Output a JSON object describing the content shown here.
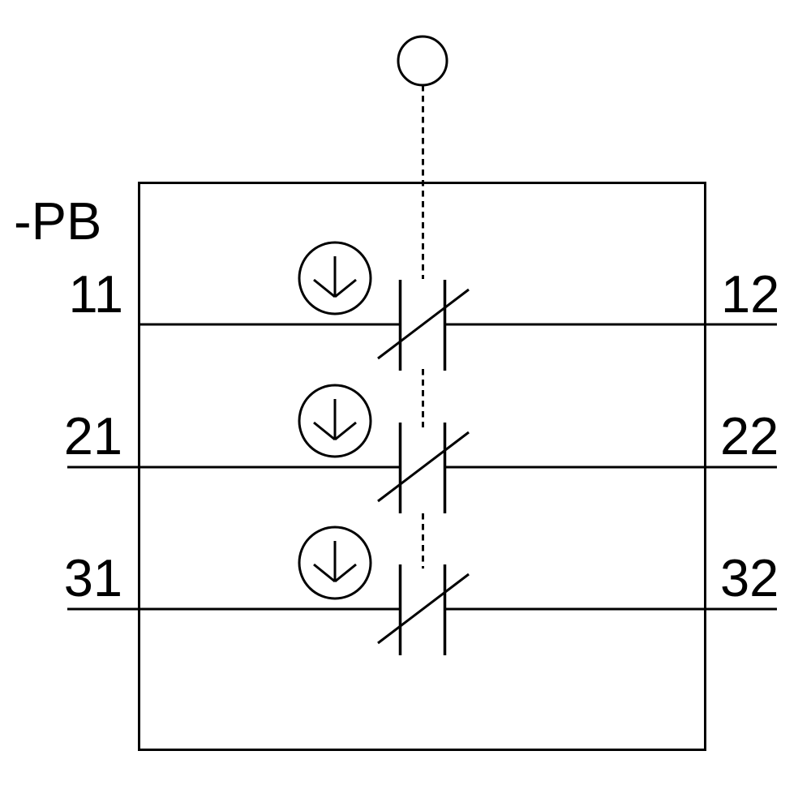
{
  "diagram": {
    "type": "electrical-schematic-pushbutton",
    "device_label": "-PB",
    "line_color": "#000000",
    "background_color": "#ffffff",
    "actuator": {
      "head_symbol": "pushbutton-head-circle",
      "linkage_symbol": "dashed-mechanical-link",
      "per_contact_symbol": "circled-down-arrow"
    },
    "contacts": [
      {
        "kind": "NC",
        "left_terminal": "11",
        "right_terminal": "12"
      },
      {
        "kind": "NC",
        "left_terminal": "21",
        "right_terminal": "22"
      },
      {
        "kind": "NC",
        "left_terminal": "31",
        "right_terminal": "32"
      }
    ]
  }
}
